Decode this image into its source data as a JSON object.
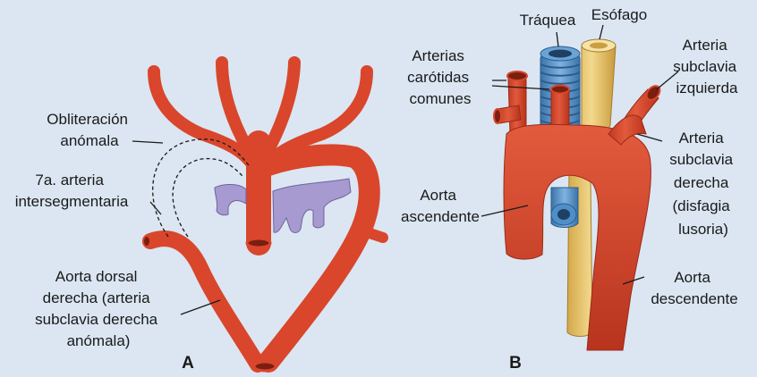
{
  "panelA": {
    "letter": "A",
    "labels": {
      "obliteracion": [
        "Obliteración",
        "anómala"
      ],
      "septima": [
        "7a. arteria",
        "intersegmentaria"
      ],
      "aorta_dorsal": [
        "Aorta dorsal",
        "derecha (arteria",
        "subclavia derecha",
        "anómala)"
      ]
    }
  },
  "panelB": {
    "letter": "B",
    "labels": {
      "traquea": [
        "Tráquea"
      ],
      "esofago": [
        "Esófago"
      ],
      "carotidas": [
        "Arterias",
        "carótidas",
        "comunes"
      ],
      "subclavia_izq": [
        "Arteria",
        "subclavia",
        "izquierda"
      ],
      "subclavia_der": [
        "Arteria",
        "subclavia",
        "derecha",
        "(disfagia",
        "lusoria)"
      ],
      "aorta_asc": [
        "Aorta",
        "ascendente"
      ],
      "aorta_desc": [
        "Aorta",
        "descendente"
      ]
    }
  },
  "colors": {
    "background": "#dbe6f2",
    "artery": "#d9462c",
    "artery_dark": "#a8301c",
    "remnant": "#a79ad0",
    "esophagus": "#e8c56a",
    "trachea": "#4f8fc9"
  }
}
